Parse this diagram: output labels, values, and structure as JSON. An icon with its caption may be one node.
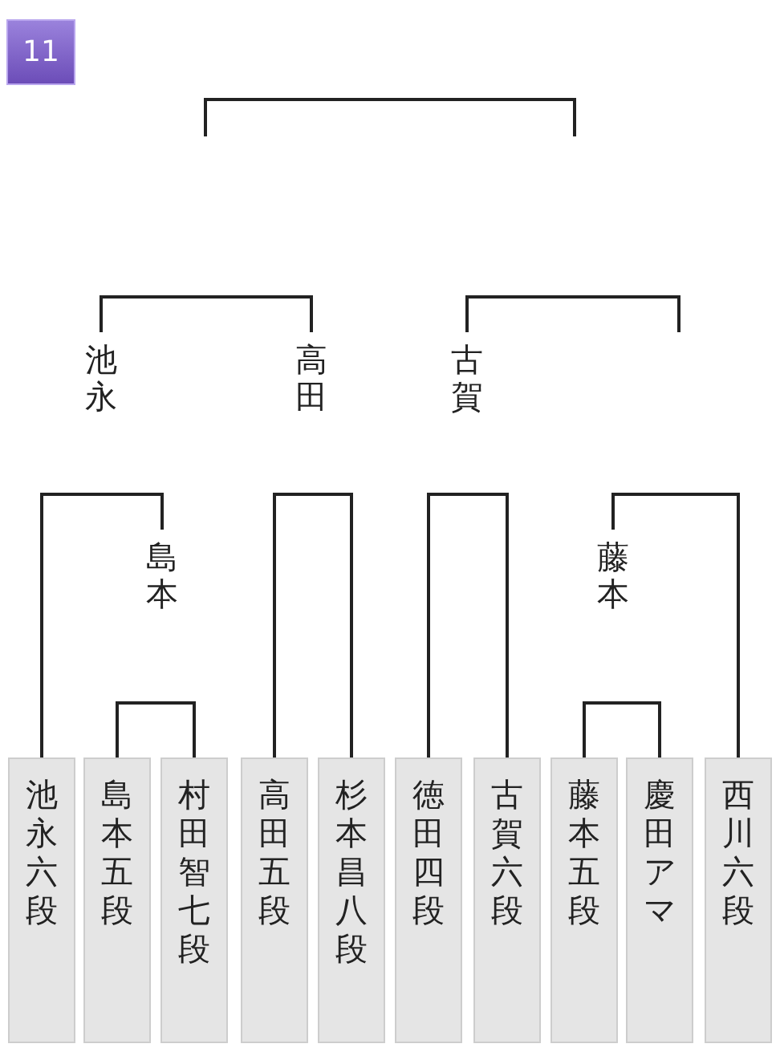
{
  "diagram": {
    "nodes": [
      {
        "text": [
          "11"
        ]
      },
      {
        "text": [
          "池永"
        ]
      },
      {
        "text": [
          "高田"
        ]
      },
      {
        "text": [
          "古賀"
        ]
      },
      {
        "text": [
          "島本"
        ]
      },
      {
        "text": [
          "藤本"
        ]
      },
      {
        "text": [
          "池永六段"
        ]
      },
      {
        "text": [
          "島本五段"
        ]
      },
      {
        "text": [
          "村田智七段"
        ]
      },
      {
        "text": [
          "高田五段"
        ]
      },
      {
        "text": [
          "杉本昌八段"
        ]
      },
      {
        "text": [
          "徳田四段"
        ]
      },
      {
        "text": [
          "古賀六段"
        ]
      },
      {
        "text": [
          "藤本五段"
        ]
      },
      {
        "text": [
          "慶田アマ"
        ]
      },
      {
        "text": [
          "西川六段"
        ]
      }
    ],
    "edges": [
      {
        "from": 7,
        "to": 8,
        "arrow": "none"
      },
      {
        "from": 6,
        "to": 4,
        "arrow": "none"
      },
      {
        "from": 9,
        "to": 10,
        "arrow": "none"
      },
      {
        "from": 11,
        "to": 12,
        "arrow": "none"
      },
      {
        "from": 13,
        "to": 14,
        "arrow": "none"
      },
      {
        "from": 5,
        "to": 15,
        "arrow": "none"
      },
      {
        "from": 1,
        "to": 2,
        "arrow": "none"
      },
      {
        "from": 3,
        "to": null,
        "arrow": "none"
      }
    ]
  }
}
